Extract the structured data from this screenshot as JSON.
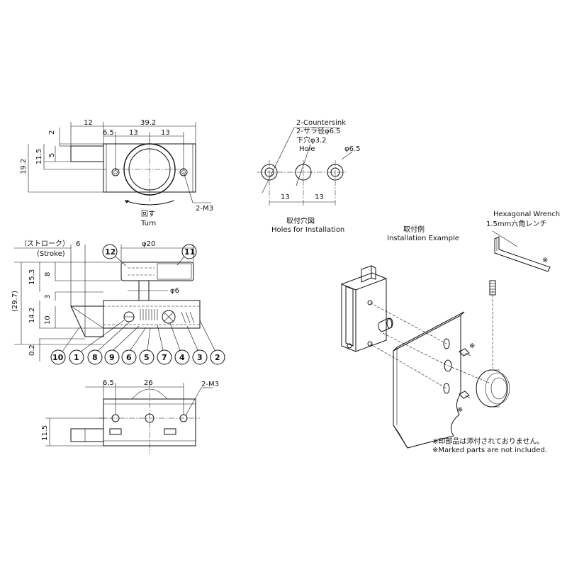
{
  "top_view": {
    "dims": [
      "12",
      "39.2",
      "2",
      "6.5",
      "13",
      "13",
      "11.5",
      "5",
      "19.2"
    ],
    "callout_holes": "2-M3",
    "turn_jp": "回す",
    "turn_en": "Turn"
  },
  "holes_view": {
    "countersink_en": "2-Countersink",
    "countersink_jp": "2-サラ径φ6.5",
    "hole_jp": "下穴φ3.2",
    "hole_en": "Hole",
    "phi": "φ6.5",
    "spacing": [
      "13",
      "13"
    ],
    "title_jp": "取付穴図",
    "title_en": "Holes for Installation"
  },
  "side_view": {
    "stroke_jp": "（ストローク）",
    "stroke_en": "(Stroke)",
    "stroke_val": "6",
    "phi20": "φ20",
    "phi6": "φ6",
    "dims": [
      "8",
      "15.3",
      "3",
      "(29.7)",
      "14.2",
      "10",
      "0.2"
    ],
    "parts": [
      "12",
      "11",
      "10",
      "1",
      "8",
      "9",
      "6",
      "5",
      "7",
      "4",
      "3",
      "2"
    ]
  },
  "bottom_view": {
    "dims": [
      "6.5",
      "26",
      "11.5"
    ],
    "callout_holes": "2-M3"
  },
  "example": {
    "title_jp": "取付例",
    "title_en": "Installation Example",
    "wrench_en": "Hexagonal Wrench",
    "wrench_jp": "1.5mm六角レンチ",
    "mark": "※",
    "note_jp": "※印部品は添付されておりません。",
    "note_en": "※Marked parts are not included."
  }
}
